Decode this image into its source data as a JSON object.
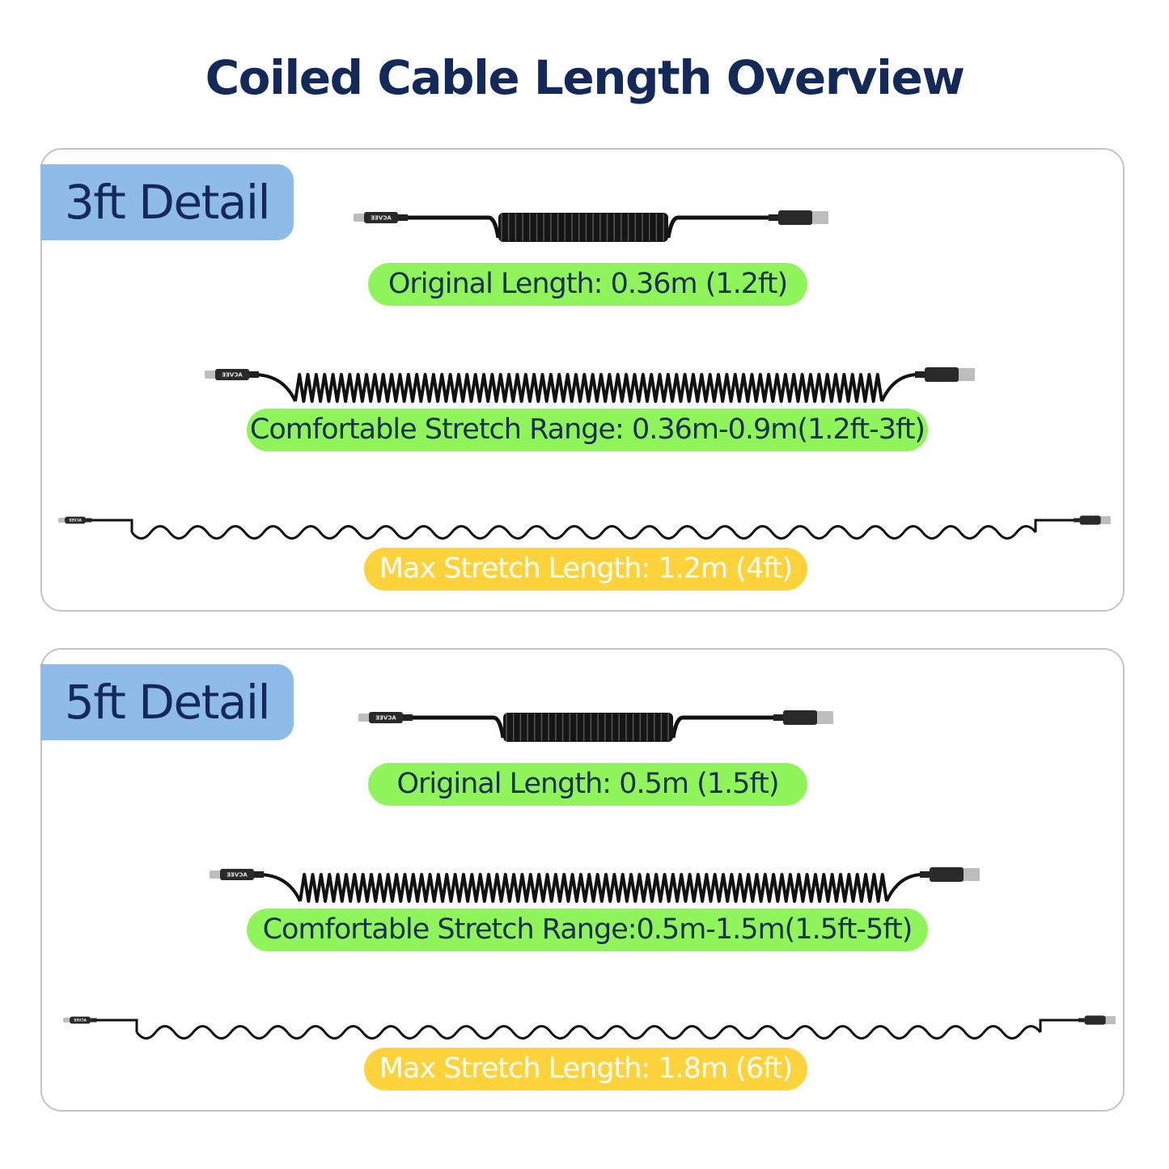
{
  "title": "Coiled Cable Length Overview",
  "brand": "ACVEE",
  "colors": {
    "title": "#13295a",
    "tab": "#8fbbe9",
    "green_label": "#8ff55a",
    "yellow_label": "#fdd23a",
    "cable": "#111111"
  },
  "panels": [
    {
      "tab": "3ft Detail",
      "original": "Original Length: 0.36m (1.2ft)",
      "comfortable": "Comfortable Stretch Range: 0.36m-0.9m(1.2ft-3ft)",
      "max": "Max Stretch Length: 1.2m (4ft)"
    },
    {
      "tab": "5ft Detail",
      "original": "Original Length: 0.5m (1.5ft)",
      "comfortable": "Comfortable Stretch Range:0.5m-1.5m(1.5ft-5ft)",
      "max": "Max Stretch Length: 1.8m (6ft)"
    }
  ]
}
